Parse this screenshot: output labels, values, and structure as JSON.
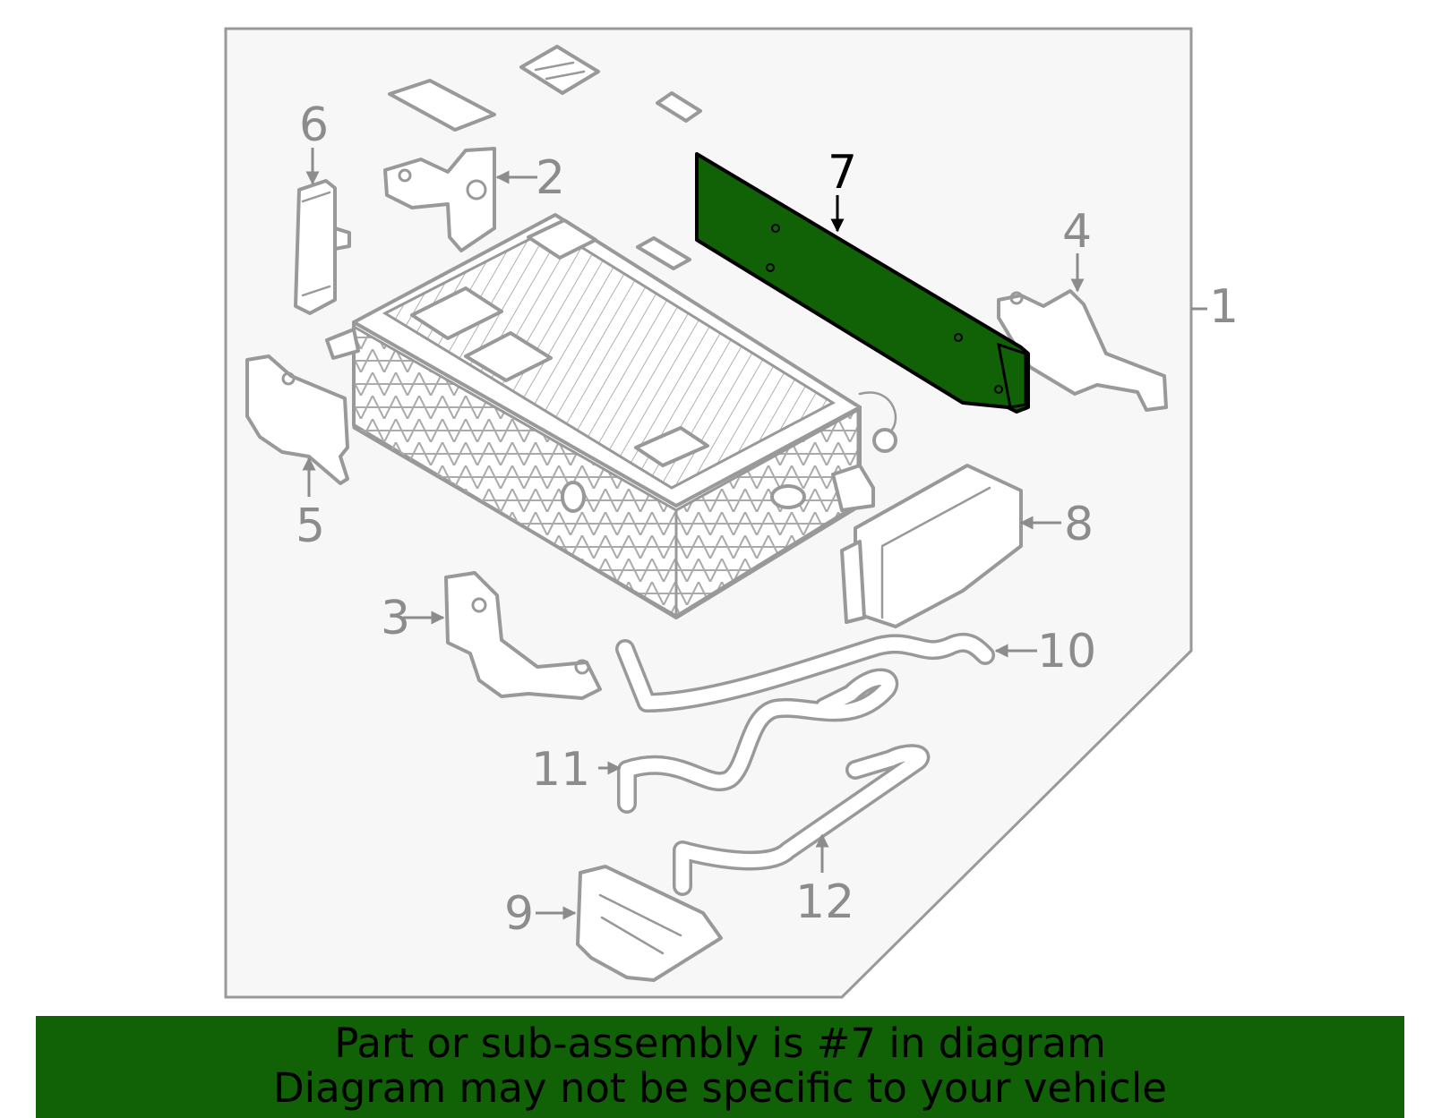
{
  "diagram": {
    "callouts": [
      "1",
      "2",
      "3",
      "4",
      "5",
      "6",
      "7",
      "8",
      "9",
      "10",
      "11",
      "12"
    ],
    "highlighted_part": "7",
    "highlight_color": "#116106",
    "outline_color": "#999999",
    "label_color": "#8c8c8c"
  },
  "banner": {
    "line1": "Part or sub-assembly is #7 in diagram",
    "line2": "Diagram may not be specific to your vehicle",
    "background": "#116106"
  }
}
